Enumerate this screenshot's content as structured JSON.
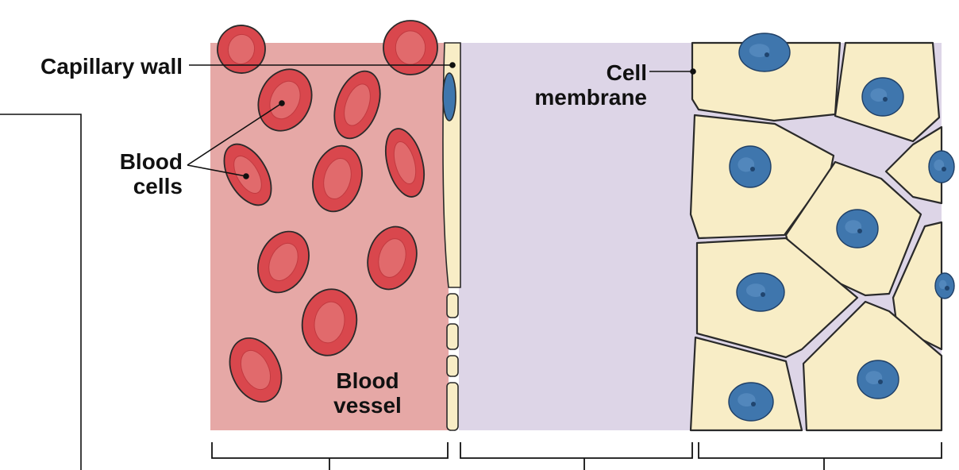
{
  "labels": {
    "capillary_wall": "Capillary wall",
    "cell_membrane": "Cell\nmembrane",
    "blood_cells": "Blood\ncells",
    "blood_vessel": "Blood\nvessel"
  },
  "colors": {
    "blood_plasma": "#e6a8a6",
    "interstitial_fluid": "#ddd5e7",
    "cell_cytoplasm": "#f8edc6",
    "rbc_fill": "#d9474d",
    "rbc_center": "#e16a6c",
    "nucleus": "#3f76ad",
    "outline": "#2a2a2a"
  }
}
